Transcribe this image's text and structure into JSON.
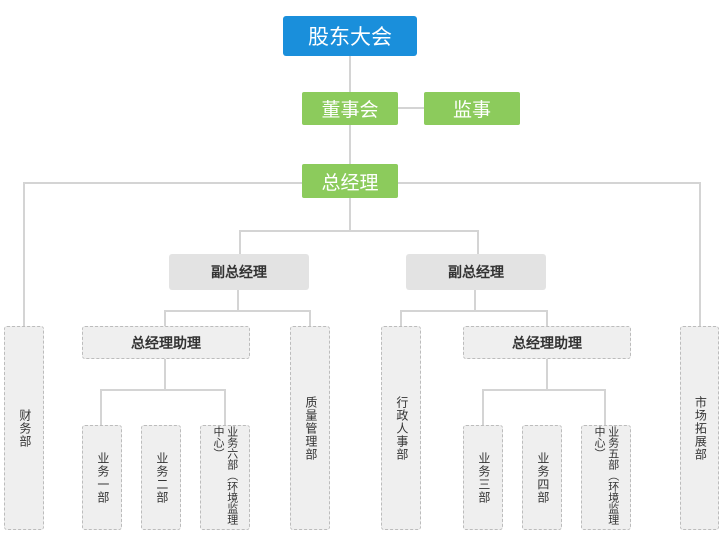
{
  "nodes": {
    "shareholders": "股东大会",
    "board": "董事会",
    "supervisor": "监事",
    "gm": "总经理",
    "vgm_left": "副总经理",
    "vgm_right": "副总经理",
    "assistant_left": "总经理助理",
    "assistant_right": "总经理助理",
    "finance": "财务部",
    "quality": "质量管理部",
    "admin_hr": "行政人事部",
    "market": "市场拓展部",
    "biz1": "业务一部",
    "biz2": "业务二部",
    "biz6": "业务六部（环境监理中心）",
    "biz3": "业务三部",
    "biz4": "业务四部",
    "biz5": "业务五部（环境监理中心）"
  },
  "colors": {
    "top_node": "#1a8fdb",
    "board_nodes": "#8ccb5c",
    "vice_nodes": "#e3e3e3",
    "department_nodes": "#efefef",
    "connectors": "#d4d4d4"
  }
}
